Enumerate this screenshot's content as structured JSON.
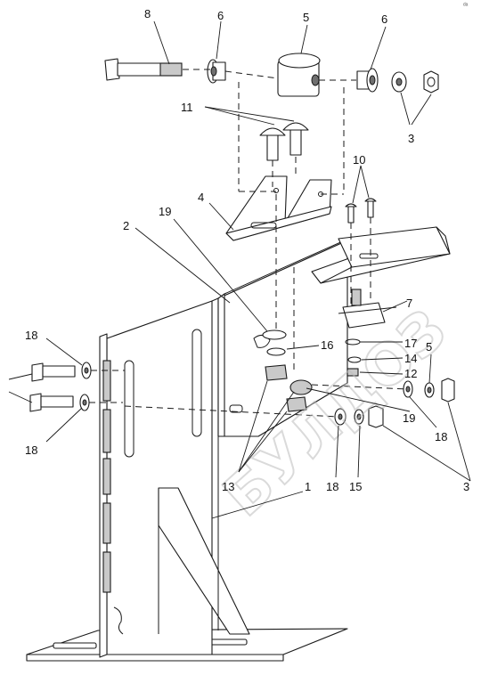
{
  "diagram": {
    "callouts": {
      "c1": "1",
      "c2": "2",
      "c3a": "3",
      "c3b": "3",
      "c4": "4",
      "c5a": "5",
      "c5b": "5",
      "c6a": "6",
      "c6b": "6",
      "c7": "7",
      "c8": "8",
      "c10": "10",
      "c11": "11",
      "c12": "12",
      "c13": "13",
      "c14": "14",
      "c15": "15",
      "c16": "16",
      "c17": "17",
      "c18a": "18",
      "c18b": "18",
      "c18c": "18",
      "c18d": "18",
      "c19a": "19",
      "c19b": "19"
    },
    "watermark": "БУЛДОЗ",
    "corner_mark": "ᵈᵃ"
  }
}
